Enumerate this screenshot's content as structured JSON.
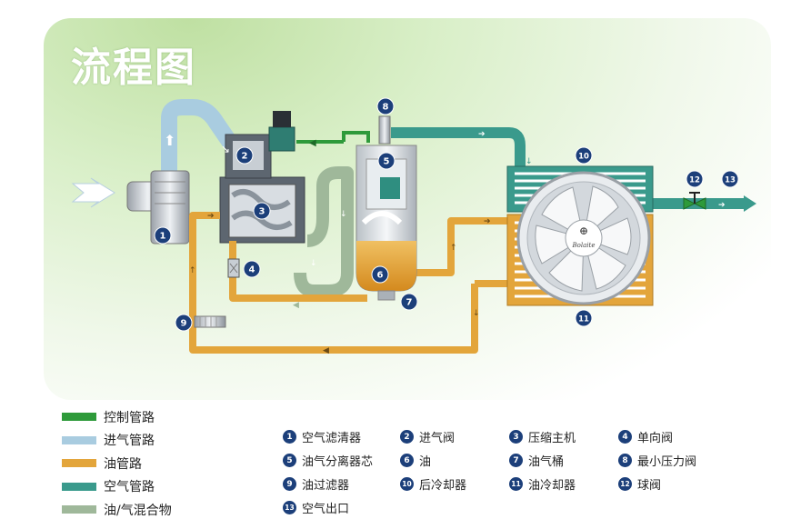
{
  "title": "流程图",
  "legend": [
    {
      "label": "控制管路",
      "color": "#2e9a3a"
    },
    {
      "label": "进气管路",
      "color": "#a9cce0"
    },
    {
      "label": "油管路",
      "color": "#e3a53b"
    },
    {
      "label": "空气管路",
      "color": "#3a9a8c"
    },
    {
      "label": "油/气混合物",
      "color": "#9fb89a"
    }
  ],
  "components": [
    {
      "num": "1",
      "label": "空气滤清器"
    },
    {
      "num": "2",
      "label": "进气阀"
    },
    {
      "num": "3",
      "label": "压缩主机"
    },
    {
      "num": "4",
      "label": "单向阀"
    },
    {
      "num": "5",
      "label": "油气分离器芯"
    },
    {
      "num": "6",
      "label": "油"
    },
    {
      "num": "7",
      "label": "油气桶"
    },
    {
      "num": "8",
      "label": "最小压力阀"
    },
    {
      "num": "9",
      "label": "油过滤器"
    },
    {
      "num": "10",
      "label": "后冷却器"
    },
    {
      "num": "11",
      "label": "油冷却器"
    },
    {
      "num": "12",
      "label": "球阀"
    },
    {
      "num": "13",
      "label": "空气出口"
    }
  ],
  "diagram_badges": [
    "1",
    "2",
    "3",
    "4",
    "5",
    "6",
    "7",
    "8",
    "9",
    "10",
    "11",
    "12",
    "13"
  ],
  "fan_logo_text": "Bolaite",
  "colors": {
    "control": "#2e9a3a",
    "intake": "#a9cce0",
    "oil": "#e3a53b",
    "air": "#3a9a8c",
    "mixture": "#9fb89a",
    "badge": "#1c3f7a"
  }
}
